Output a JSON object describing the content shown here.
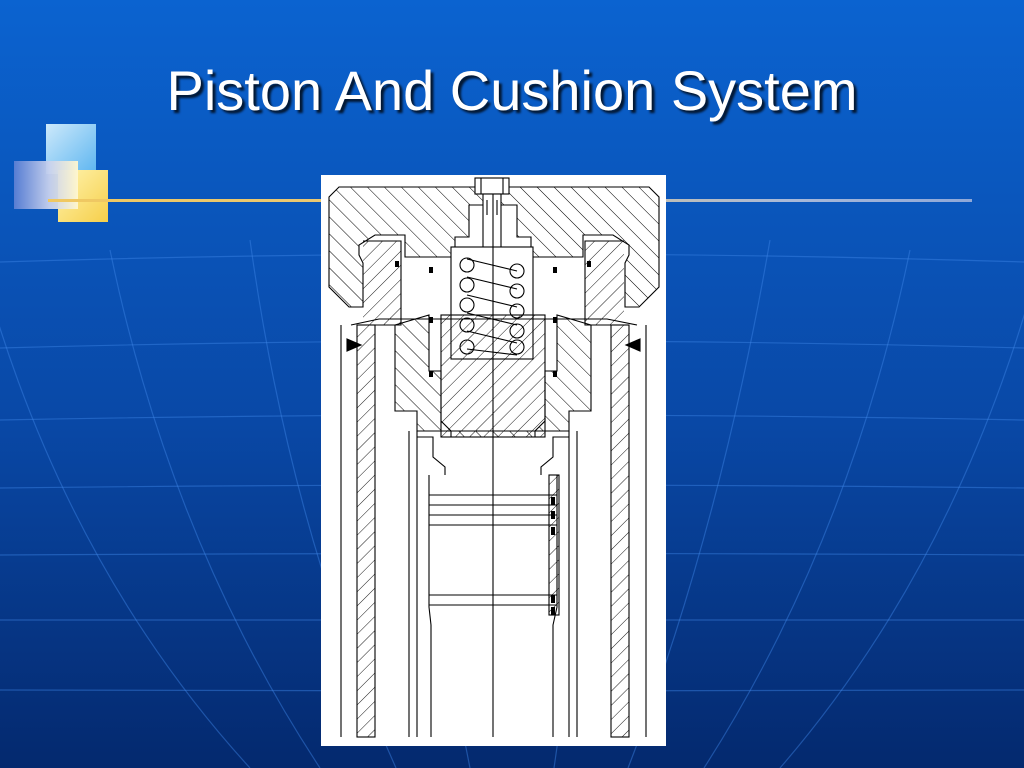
{
  "slide": {
    "title": "Piston And Cushion System"
  },
  "theme": {
    "background_top": "#0a5cc7",
    "background_bottom": "#05307a",
    "title_color": "#ffffff",
    "rule_color": "#e8c878",
    "drawing_line_color": "#000000",
    "drawing_background": "#ffffff"
  },
  "decoration": {
    "icon": "stacked-squares-icon"
  },
  "diagram": {
    "subject": "piston-cushion-cross-section",
    "components": [
      "end-cap",
      "bolt",
      "spring",
      "piston",
      "cushion-spear",
      "cylinder-barrel",
      "seals"
    ]
  }
}
